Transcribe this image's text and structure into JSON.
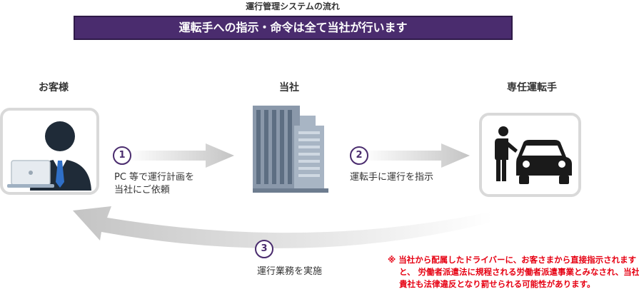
{
  "header": {
    "subtitle": "運行管理システムの流れ",
    "banner": "運転手への指示・命令は全て当社が行います"
  },
  "nodes": {
    "customer": "お客様",
    "company": "当社",
    "driver": "専任運転手"
  },
  "steps": [
    {
      "num": "1",
      "line1": "PC 等で運行計画を",
      "line2": "当社にご依頼"
    },
    {
      "num": "2",
      "line1": "運転手に運行を指示"
    },
    {
      "num": "3",
      "line1": "運行業務を実施"
    }
  ],
  "note": {
    "mark": "※",
    "text": "当社から配属したドライバーに、お客さまから直接指示されますと、 労働者派遣法に規程される労働者派遣事業とみなされ、当社も貴社も法律違反となり罰せられる可能性があります。"
  },
  "colors": {
    "accent": "#4a2c6e",
    "warning": "#e60012",
    "box_border": "#d9d9d9",
    "arrow": "#cccccc"
  }
}
